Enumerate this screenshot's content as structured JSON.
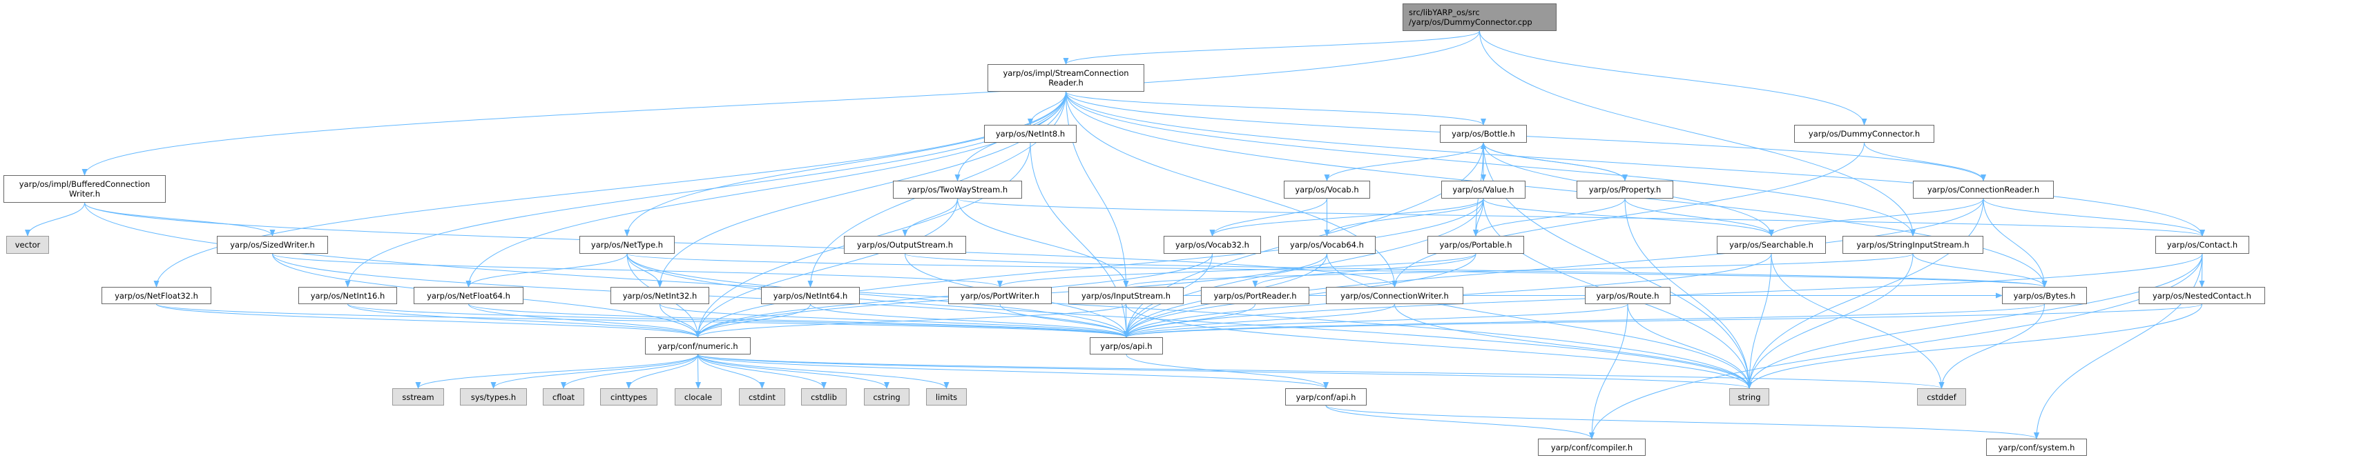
{
  "colors": {
    "edge": "#63b8ff",
    "node_border": "#666666",
    "external_fill": "#e0e0e0",
    "root_fill": "#999999"
  },
  "nodes": [
    {
      "id": "root",
      "label": "src/libYARP_os/src\n/yarp/os/DummyConnector.cpp",
      "kind": "root"
    },
    {
      "id": "scr",
      "label": "yarp/os/impl/StreamConnection\nReader.h",
      "kind": "header"
    },
    {
      "id": "bcw",
      "label": "yarp/os/impl/BufferedConnection\nWriter.h",
      "kind": "header"
    },
    {
      "id": "vector",
      "label": "vector",
      "kind": "external"
    },
    {
      "id": "sizedwriter",
      "label": "yarp/os/SizedWriter.h",
      "kind": "header"
    },
    {
      "id": "nettype",
      "label": "yarp/os/NetType.h",
      "kind": "header"
    },
    {
      "id": "netfloat32",
      "label": "yarp/os/NetFloat32.h",
      "kind": "header"
    },
    {
      "id": "netint16",
      "label": "yarp/os/NetInt16.h",
      "kind": "header"
    },
    {
      "id": "netfloat64",
      "label": "yarp/os/NetFloat64.h",
      "kind": "header"
    },
    {
      "id": "netint32",
      "label": "yarp/os/NetInt32.h",
      "kind": "header"
    },
    {
      "id": "netint8",
      "label": "yarp/os/NetInt8.h",
      "kind": "header"
    },
    {
      "id": "netint64",
      "label": "yarp/os/NetInt64.h",
      "kind": "header"
    },
    {
      "id": "twowaystream",
      "label": "yarp/os/TwoWayStream.h",
      "kind": "header"
    },
    {
      "id": "outputstream",
      "label": "yarp/os/OutputStream.h",
      "kind": "header"
    },
    {
      "id": "inputstream",
      "label": "yarp/os/InputStream.h",
      "kind": "header"
    },
    {
      "id": "portwriter",
      "label": "yarp/os/PortWriter.h",
      "kind": "header"
    },
    {
      "id": "portreader",
      "label": "yarp/os/PortReader.h",
      "kind": "header"
    },
    {
      "id": "connectionwriter",
      "label": "yarp/os/ConnectionWriter.h",
      "kind": "header"
    },
    {
      "id": "bottle",
      "label": "yarp/os/Bottle.h",
      "kind": "header"
    },
    {
      "id": "vocab",
      "label": "yarp/os/Vocab.h",
      "kind": "header"
    },
    {
      "id": "value",
      "label": "yarp/os/Value.h",
      "kind": "header"
    },
    {
      "id": "property",
      "label": "yarp/os/Property.h",
      "kind": "header"
    },
    {
      "id": "vocab32",
      "label": "yarp/os/Vocab32.h",
      "kind": "header"
    },
    {
      "id": "vocab64",
      "label": "yarp/os/Vocab64.h",
      "kind": "header"
    },
    {
      "id": "portable",
      "label": "yarp/os/Portable.h",
      "kind": "header"
    },
    {
      "id": "dummyconnector",
      "label": "yarp/os/DummyConnector.h",
      "kind": "header"
    },
    {
      "id": "connectionreader",
      "label": "yarp/os/ConnectionReader.h",
      "kind": "header"
    },
    {
      "id": "searchable",
      "label": "yarp/os/Searchable.h",
      "kind": "header"
    },
    {
      "id": "stringinputstream",
      "label": "yarp/os/StringInputStream.h",
      "kind": "header"
    },
    {
      "id": "contact",
      "label": "yarp/os/Contact.h",
      "kind": "header"
    },
    {
      "id": "route",
      "label": "yarp/os/Route.h",
      "kind": "header"
    },
    {
      "id": "bytes",
      "label": "yarp/os/Bytes.h",
      "kind": "header"
    },
    {
      "id": "nestedcontact",
      "label": "yarp/os/NestedContact.h",
      "kind": "header"
    },
    {
      "id": "numeric",
      "label": "yarp/conf/numeric.h",
      "kind": "header"
    },
    {
      "id": "osapi",
      "label": "yarp/os/api.h",
      "kind": "header"
    },
    {
      "id": "confapi",
      "label": "yarp/conf/api.h",
      "kind": "header"
    },
    {
      "id": "compiler",
      "label": "yarp/conf/compiler.h",
      "kind": "header"
    },
    {
      "id": "system",
      "label": "yarp/conf/system.h",
      "kind": "header"
    },
    {
      "id": "sstream",
      "label": "sstream",
      "kind": "external"
    },
    {
      "id": "systypes",
      "label": "sys/types.h",
      "kind": "external"
    },
    {
      "id": "cfloat",
      "label": "cfloat",
      "kind": "external"
    },
    {
      "id": "cinttypes",
      "label": "cinttypes",
      "kind": "external"
    },
    {
      "id": "clocale",
      "label": "clocale",
      "kind": "external"
    },
    {
      "id": "cstdint",
      "label": "cstdint",
      "kind": "external"
    },
    {
      "id": "cstdlib",
      "label": "cstdlib",
      "kind": "external"
    },
    {
      "id": "cstring",
      "label": "cstring",
      "kind": "external"
    },
    {
      "id": "limits",
      "label": "limits",
      "kind": "external"
    },
    {
      "id": "string",
      "label": "string",
      "kind": "external"
    },
    {
      "id": "cstddef",
      "label": "cstddef",
      "kind": "external"
    }
  ],
  "edges": [
    [
      "root",
      "scr"
    ],
    [
      "root",
      "bcw"
    ],
    [
      "root",
      "dummyconnector"
    ],
    [
      "root",
      "stringinputstream"
    ],
    [
      "scr",
      "netint8"
    ],
    [
      "scr",
      "twowaystream"
    ],
    [
      "scr",
      "bottle"
    ],
    [
      "scr",
      "nettype"
    ],
    [
      "scr",
      "netint16"
    ],
    [
      "scr",
      "netint32"
    ],
    [
      "scr",
      "netint64"
    ],
    [
      "scr",
      "netfloat32"
    ],
    [
      "scr",
      "netfloat64"
    ],
    [
      "scr",
      "inputstream"
    ],
    [
      "scr",
      "connectionreader"
    ],
    [
      "scr",
      "contact"
    ],
    [
      "scr",
      "bytes"
    ],
    [
      "scr",
      "stringinputstream"
    ],
    [
      "scr",
      "connectionwriter"
    ],
    [
      "bcw",
      "vector"
    ],
    [
      "bcw",
      "sizedwriter"
    ],
    [
      "bcw",
      "connectionwriter"
    ],
    [
      "bcw",
      "string"
    ],
    [
      "sizedwriter",
      "portwriter"
    ],
    [
      "sizedwriter",
      "numeric"
    ],
    [
      "sizedwriter",
      "osapi"
    ],
    [
      "nettype",
      "netfloat64"
    ],
    [
      "nettype",
      "netint32"
    ],
    [
      "nettype",
      "numeric"
    ],
    [
      "nettype",
      "osapi"
    ],
    [
      "nettype",
      "string"
    ],
    [
      "nettype",
      "bytes"
    ],
    [
      "netfloat32",
      "numeric"
    ],
    [
      "netfloat32",
      "osapi"
    ],
    [
      "netint16",
      "numeric"
    ],
    [
      "netint16",
      "osapi"
    ],
    [
      "netfloat64",
      "numeric"
    ],
    [
      "netfloat64",
      "osapi"
    ],
    [
      "netint32",
      "numeric"
    ],
    [
      "netint32",
      "osapi"
    ],
    [
      "netint64",
      "numeric"
    ],
    [
      "netint64",
      "osapi"
    ],
    [
      "netint8",
      "numeric"
    ],
    [
      "netint8",
      "osapi"
    ],
    [
      "twowaystream",
      "outputstream"
    ],
    [
      "twowaystream",
      "inputstream"
    ],
    [
      "twowaystream",
      "numeric"
    ],
    [
      "twowaystream",
      "contact"
    ],
    [
      "outputstream",
      "osapi"
    ],
    [
      "outputstream",
      "bytes"
    ],
    [
      "inputstream",
      "osapi"
    ],
    [
      "inputstream",
      "bytes"
    ],
    [
      "inputstream",
      "numeric"
    ],
    [
      "inputstream",
      "string"
    ],
    [
      "bottle",
      "vocab"
    ],
    [
      "bottle",
      "value"
    ],
    [
      "bottle",
      "property"
    ],
    [
      "bottle",
      "portable"
    ],
    [
      "bottle",
      "searchable"
    ],
    [
      "bottle",
      "string"
    ],
    [
      "bottle",
      "osapi"
    ],
    [
      "vocab",
      "vocab32"
    ],
    [
      "vocab",
      "vocab64"
    ],
    [
      "value",
      "bottle"
    ],
    [
      "value",
      "vocab32"
    ],
    [
      "value",
      "vocab64"
    ],
    [
      "value",
      "portable"
    ],
    [
      "value",
      "searchable"
    ],
    [
      "value",
      "string"
    ],
    [
      "value",
      "osapi"
    ],
    [
      "value",
      "numeric"
    ],
    [
      "property",
      "bottle"
    ],
    [
      "property",
      "portable"
    ],
    [
      "property",
      "searchable"
    ],
    [
      "property",
      "string"
    ],
    [
      "vocab32",
      "numeric"
    ],
    [
      "vocab32",
      "osapi"
    ],
    [
      "vocab64",
      "numeric"
    ],
    [
      "vocab64",
      "osapi"
    ],
    [
      "vocab64",
      "string"
    ],
    [
      "portable",
      "portreader"
    ],
    [
      "portable",
      "portwriter"
    ],
    [
      "portable",
      "osapi"
    ],
    [
      "portwriter",
      "osapi"
    ],
    [
      "portreader",
      "osapi"
    ],
    [
      "connectionwriter",
      "osapi"
    ],
    [
      "connectionwriter",
      "string"
    ],
    [
      "dummyconnector",
      "connectionreader"
    ],
    [
      "dummyconnector",
      "connectionwriter"
    ],
    [
      "connectionreader",
      "searchable"
    ],
    [
      "connectionreader",
      "contact"
    ],
    [
      "connectionreader",
      "bytes"
    ],
    [
      "connectionreader",
      "string"
    ],
    [
      "connectionreader",
      "osapi"
    ],
    [
      "searchable",
      "osapi"
    ],
    [
      "searchable",
      "string"
    ],
    [
      "searchable",
      "cstddef"
    ],
    [
      "stringinputstream",
      "bytes"
    ],
    [
      "stringinputstream",
      "string"
    ],
    [
      "stringinputstream",
      "inputstream"
    ],
    [
      "contact",
      "nestedcontact"
    ],
    [
      "contact",
      "string"
    ],
    [
      "contact",
      "compiler"
    ],
    [
      "contact",
      "system"
    ],
    [
      "contact",
      "osapi"
    ],
    [
      "route",
      "osapi"
    ],
    [
      "route",
      "string"
    ],
    [
      "route",
      "compiler"
    ],
    [
      "bytes",
      "osapi"
    ],
    [
      "bytes",
      "cstddef"
    ],
    [
      "nestedcontact",
      "osapi"
    ],
    [
      "nestedcontact",
      "string"
    ],
    [
      "numeric",
      "sstream"
    ],
    [
      "numeric",
      "systypes"
    ],
    [
      "numeric",
      "cfloat"
    ],
    [
      "numeric",
      "cinttypes"
    ],
    [
      "numeric",
      "clocale"
    ],
    [
      "numeric",
      "cstdint"
    ],
    [
      "numeric",
      "cstdlib"
    ],
    [
      "numeric",
      "cstring"
    ],
    [
      "numeric",
      "limits"
    ],
    [
      "numeric",
      "string"
    ],
    [
      "numeric",
      "cstddef"
    ],
    [
      "numeric",
      "confapi"
    ],
    [
      "osapi",
      "confapi"
    ],
    [
      "confapi",
      "compiler"
    ],
    [
      "confapi",
      "system"
    ]
  ]
}
